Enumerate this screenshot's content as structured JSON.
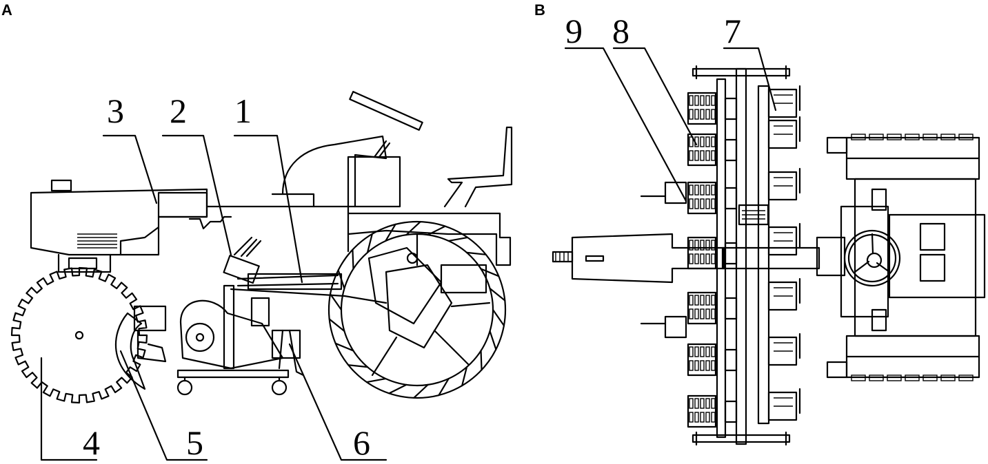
{
  "panels": [
    {
      "id": "A",
      "letter": "A"
    },
    {
      "id": "B",
      "letter": "B"
    }
  ],
  "callouts": {
    "n1": "1",
    "n2": "2",
    "n3": "3",
    "n4": "4",
    "n5": "5",
    "n6": "6",
    "n7": "7",
    "n8": "8",
    "n9": "9"
  }
}
